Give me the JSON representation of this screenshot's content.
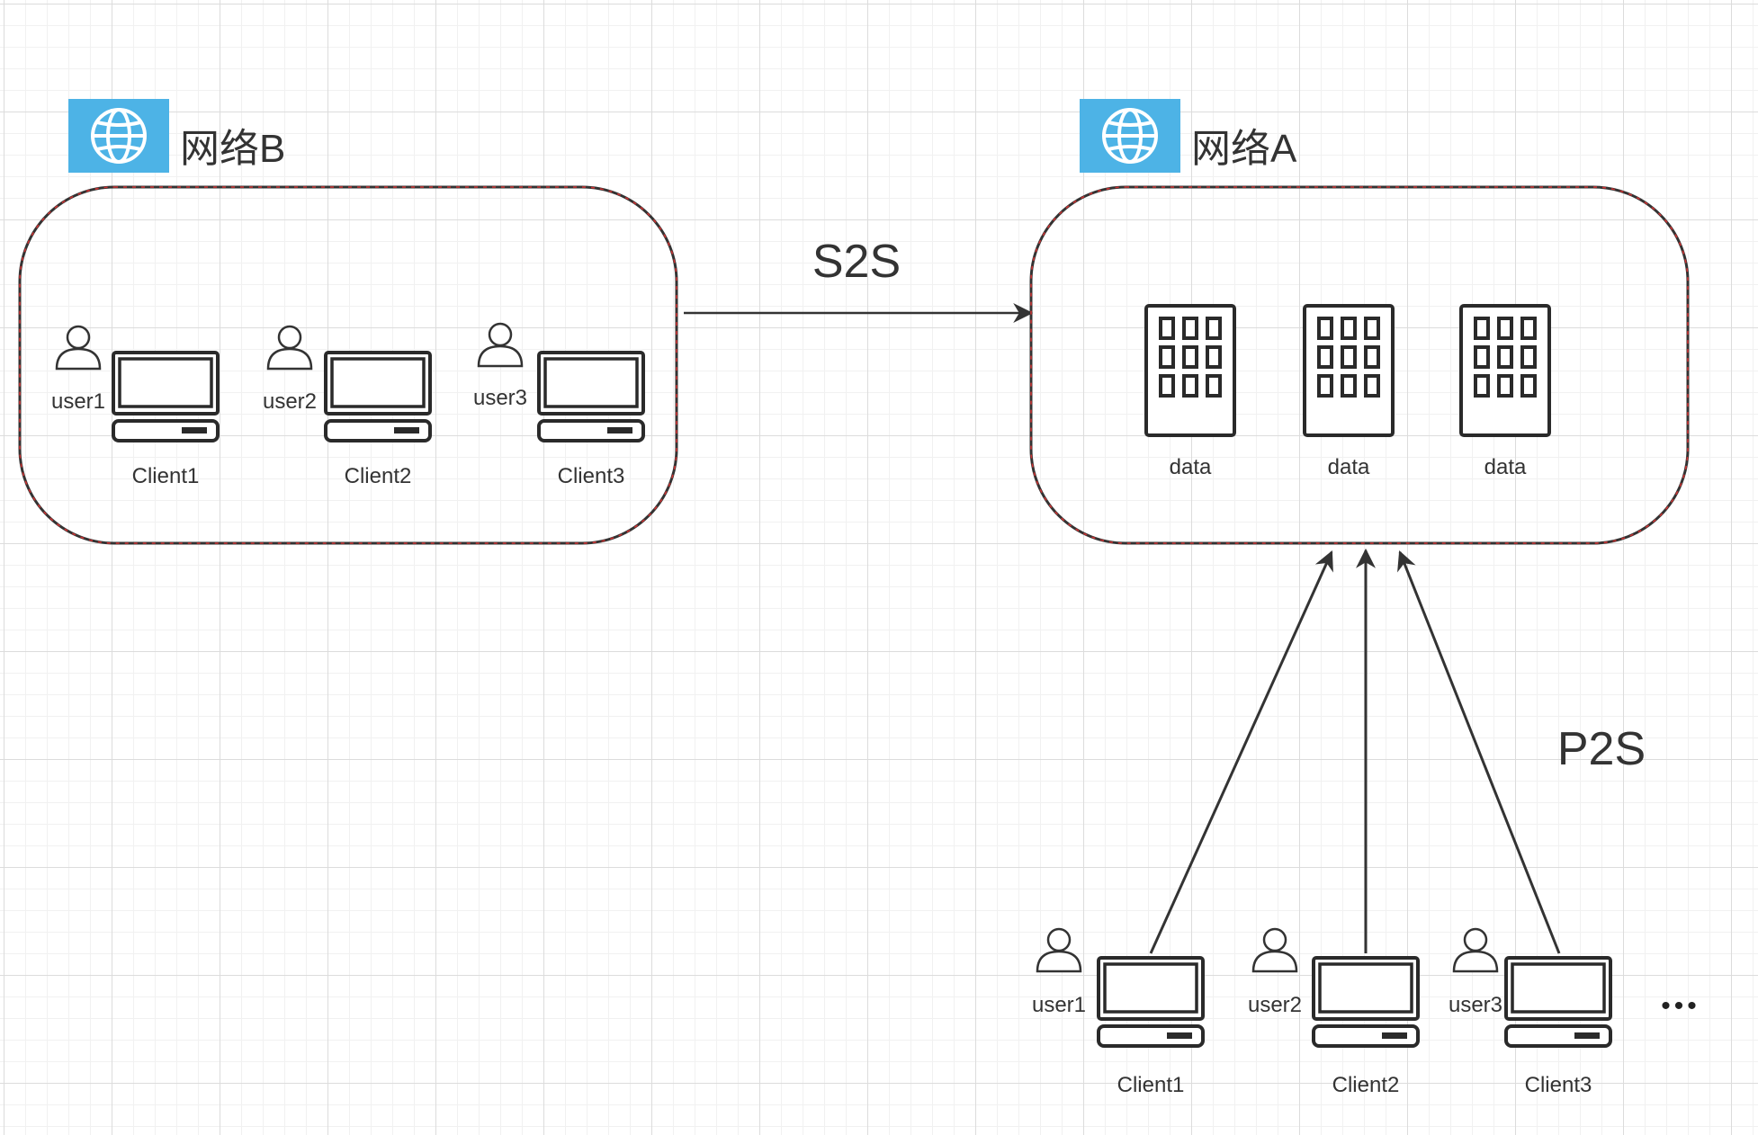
{
  "networks": [
    {
      "title": "网络B",
      "clients": [
        {
          "user": "user1",
          "client": "Client1"
        },
        {
          "user": "user2",
          "client": "Client2"
        },
        {
          "user": "user3",
          "client": "Client3"
        }
      ]
    },
    {
      "title": "网络A",
      "servers": [
        {
          "label": "data"
        },
        {
          "label": "data"
        },
        {
          "label": "data"
        }
      ]
    }
  ],
  "external_clients": [
    {
      "user": "user1",
      "client": "Client1"
    },
    {
      "user": "user2",
      "client": "Client2"
    },
    {
      "user": "user3",
      "client": "Client3"
    }
  ],
  "edges": {
    "s2s": "S2S",
    "p2s": "P2S"
  },
  "ellipsis": "•••",
  "colors": {
    "globe_bg": "#4DB3E6",
    "container_border": "#333333",
    "container_accent": "#cc3333",
    "stroke": "#333333"
  },
  "icons": {
    "network": "globe-icon",
    "user": "user-icon",
    "client": "computer-icon",
    "server": "building-icon"
  }
}
